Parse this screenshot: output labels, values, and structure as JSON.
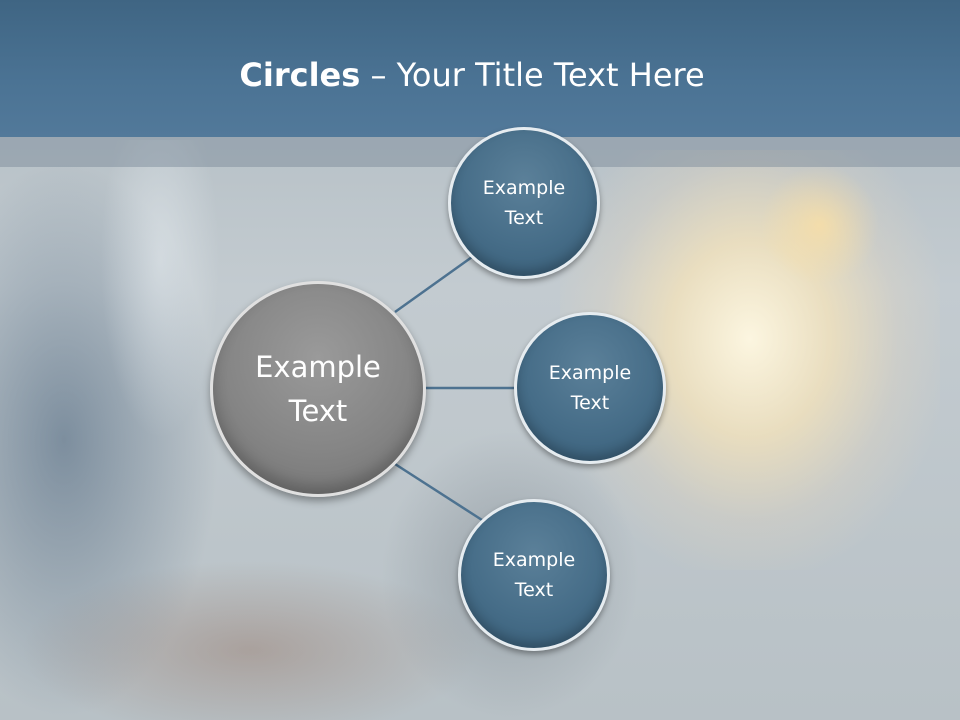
{
  "slide": {
    "title_bold": "Circles",
    "title_rest": " – Your Title Text Here"
  },
  "diagram": {
    "center": {
      "label": "Example\nText",
      "color": "#858585"
    },
    "nodes": [
      {
        "label": "Example\nText",
        "color": "#466d88"
      },
      {
        "label": "Example\nText",
        "color": "#466d88"
      },
      {
        "label": "Example\nText",
        "color": "#466d88"
      }
    ],
    "connector_color": "#4d7290"
  }
}
